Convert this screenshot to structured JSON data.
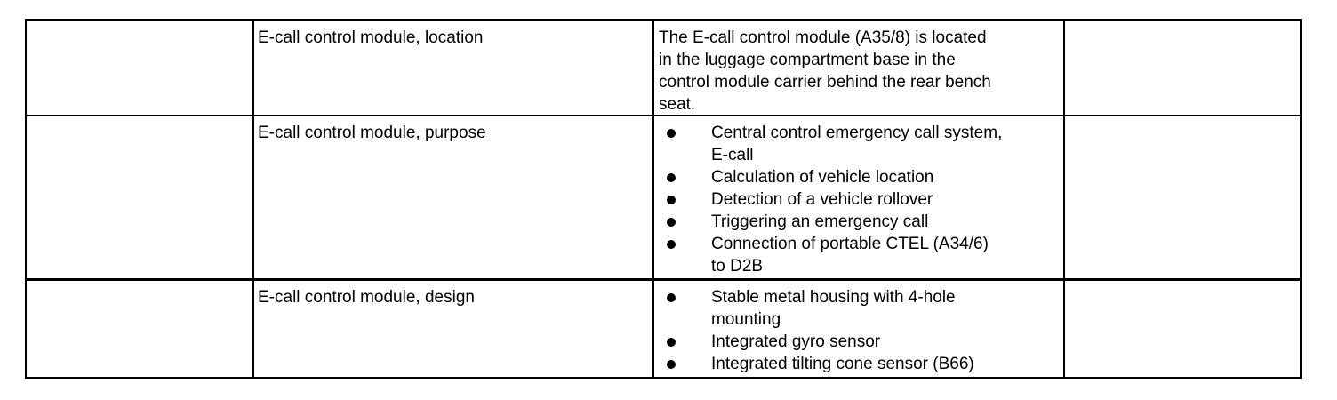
{
  "document": {
    "background_color": "#ffffff",
    "text_color": "#000000",
    "border_color": "#000000"
  },
  "table": {
    "rows": [
      {
        "label": "E-call control module, location",
        "content": {
          "type": "paragraph",
          "text": "The E-call control module (A35/8) is located\nin the luggage compartment base in the\ncontrol module carrier behind the rear bench\nseat."
        }
      },
      {
        "label": "E-call control module, purpose",
        "content": {
          "type": "bullets",
          "items": [
            "Central control emergency call system,\nE-call",
            "Calculation of vehicle location",
            "Detection of a vehicle rollover",
            "Triggering an emergency call",
            "Connection of portable CTEL (A34/6)\nto D2B"
          ]
        }
      },
      {
        "label": "E-call control module, design",
        "content": {
          "type": "bullets",
          "items": [
            "Stable metal housing with 4-hole\nmounting",
            "Integrated gyro sensor",
            "Integrated tilting cone sensor (B66)"
          ]
        }
      }
    ]
  }
}
